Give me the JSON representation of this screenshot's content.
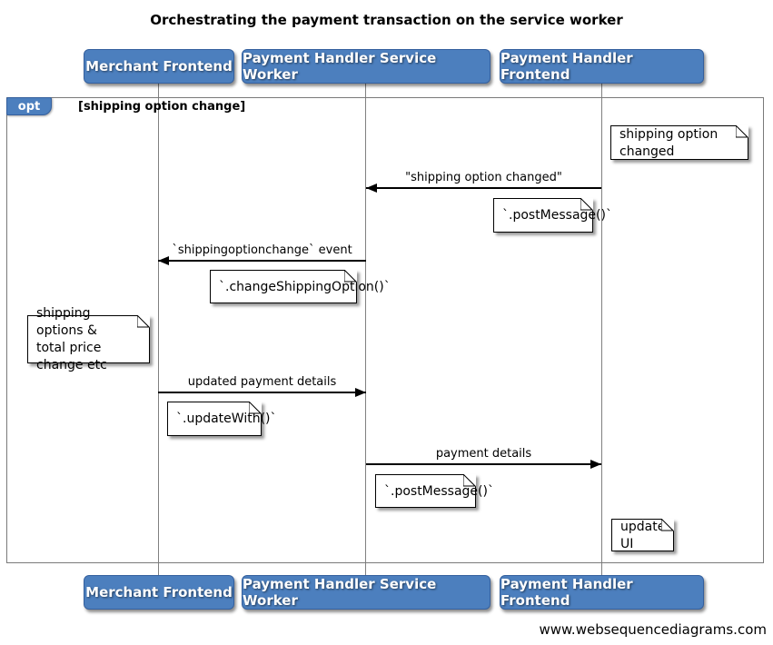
{
  "title": "Orchestrating the payment transaction on the service worker",
  "footer": "www.websequencediagrams.com",
  "colors": {
    "actor_fill": "#4c7fbe",
    "actor_border": "#35609e",
    "actor_text": "#ffffff",
    "frame_border": "#7a7a7a",
    "lifeline": "#808080",
    "note_fill": "#ffffff",
    "note_border": "#000000",
    "arrow": "#000000",
    "background": "#ffffff"
  },
  "actors": [
    {
      "label": "Merchant Frontend"
    },
    {
      "label": "Payment Handler Service Worker"
    },
    {
      "label": "Payment Handler Frontend"
    }
  ],
  "opt_frame": {
    "operator": "opt",
    "guard": "[shipping option change]"
  },
  "messages": [
    {
      "label": "\"shipping option changed\"",
      "from": "Payment Handler Frontend",
      "to": "Payment Handler Service Worker",
      "direction": "left"
    },
    {
      "label": "`shippingoptionchange` event",
      "from": "Payment Handler Service Worker",
      "to": "Merchant Frontend",
      "direction": "left"
    },
    {
      "label": "updated payment details",
      "from": "Merchant Frontend",
      "to": "Payment Handler Service Worker",
      "direction": "right"
    },
    {
      "label": "payment details",
      "from": "Payment Handler Service Worker",
      "to": "Payment Handler Frontend",
      "direction": "right"
    }
  ],
  "notes": [
    {
      "text": "shipping option changed",
      "near": "Payment Handler Frontend"
    },
    {
      "text": "`.postMessage()`",
      "near": "Payment Handler Frontend"
    },
    {
      "text": "`.changeShippingOption()`",
      "near": "Payment Handler Service Worker"
    },
    {
      "text": "shipping options &\ntotal price change etc",
      "near": "Merchant Frontend"
    },
    {
      "text": "`.updateWith()`",
      "near": "Merchant Frontend"
    },
    {
      "text": "`.postMessage()`",
      "near": "Payment Handler Service Worker"
    },
    {
      "text": "update UI",
      "near": "Payment Handler Frontend"
    }
  ]
}
